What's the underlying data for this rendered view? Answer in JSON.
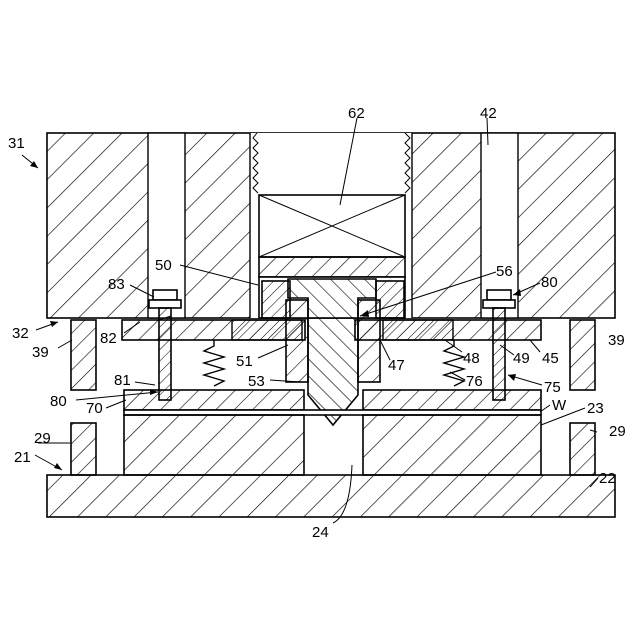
{
  "labels": {
    "l31": "31",
    "l62": "62",
    "l42": "42",
    "l50": "50",
    "l56": "56",
    "l83": "83",
    "l80a": "80",
    "l32": "32",
    "l82": "82",
    "l39a": "39",
    "l39b": "39",
    "l51": "51",
    "l47": "47",
    "l48": "48",
    "l49": "49",
    "l45": "45",
    "l53": "53",
    "l81": "81",
    "l76": "76",
    "l75": "75",
    "l80b": "80",
    "l70": "70",
    "lW": "W",
    "l23": "23",
    "l29a": "29",
    "l29b": "29",
    "l21": "21",
    "l22": "22",
    "l24": "24"
  }
}
